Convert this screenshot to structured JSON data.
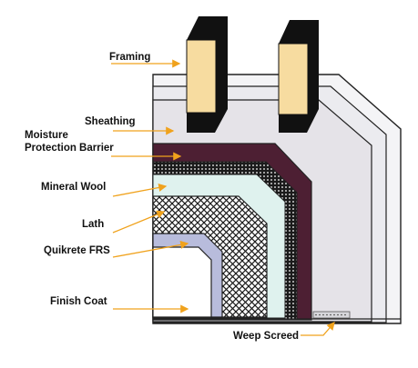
{
  "labels": {
    "framing": "Framing",
    "sheathing": "Sheathing",
    "moisture_line1": "Moisture",
    "moisture_line2": "Protection Barrier",
    "mineral_wool": "Mineral Wool",
    "lath": "Lath",
    "quikrete_frs": "Quikrete FRS",
    "finish_coat": "Finish Coat",
    "weep_screed": "Weep Screed"
  },
  "colors": {
    "framing_wood": "#f7dca0",
    "framing_dark": "#111111",
    "sheathing": "#e5e3e8",
    "backing_light": "#f4f4f6",
    "moisture_barrier": "#4d1f33",
    "mineral_wool": "#dff2ee",
    "lath_fill": "#ffffff",
    "quikrete_frs": "#b8bcdc",
    "finish_coat": "#ffffff",
    "leader_arrow": "#f0a21c",
    "outline": "#222222"
  }
}
